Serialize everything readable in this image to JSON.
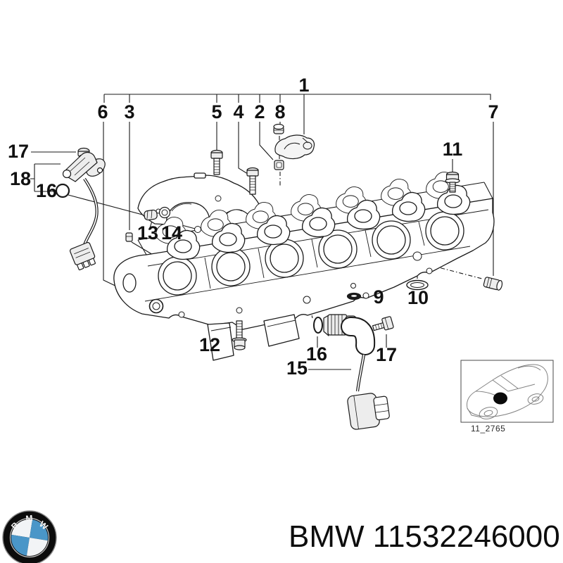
{
  "colors": {
    "line": "#1a1a1a",
    "bmw_blue": "#4a96c8",
    "car_line": "#828282"
  },
  "diagram": {
    "callouts": {
      "c1": "1",
      "c2": "2",
      "c3": "3",
      "c4": "4",
      "c5": "5",
      "c6": "6",
      "c7": "7",
      "c8": "8",
      "c9": "9",
      "c10": "10",
      "c11": "11",
      "c12": "12",
      "c13": "13",
      "c14": "14",
      "c15": "15",
      "c16_left": "16",
      "c16_bottom": "16",
      "c17_left": "17",
      "c17_bottom": "17",
      "c18": "18"
    },
    "thumbnail": {
      "code": "11_2765"
    }
  },
  "footer": {
    "text": "BMW 11532246000",
    "logo_letters": [
      "B",
      "M",
      "W"
    ]
  }
}
